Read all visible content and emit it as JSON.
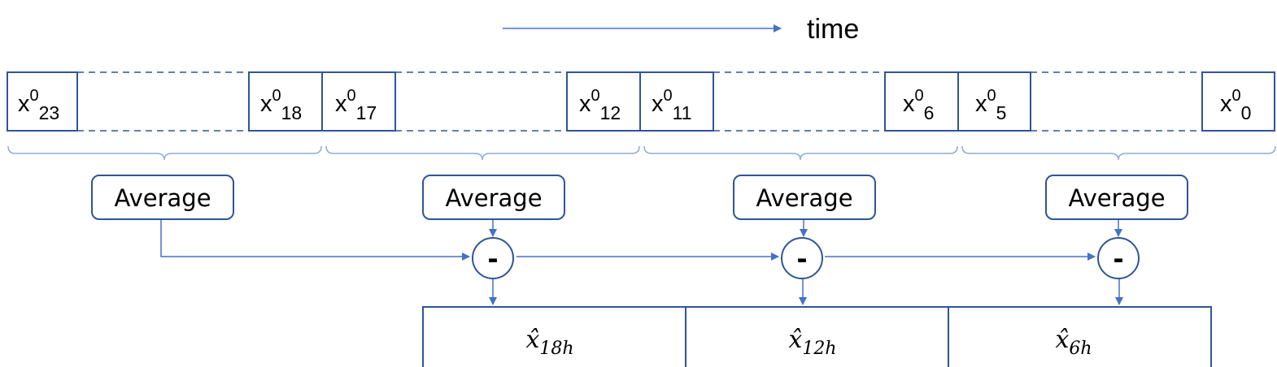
{
  "time_label": "time",
  "cells": [
    {
      "base": "x",
      "sup": "0",
      "sub": "23"
    },
    {
      "base": "x",
      "sup": "0",
      "sub": "18"
    },
    {
      "base": "x",
      "sup": "0",
      "sub": "17"
    },
    {
      "base": "x",
      "sup": "0",
      "sub": "12"
    },
    {
      "base": "x",
      "sup": "0",
      "sub": "11"
    },
    {
      "base": "x",
      "sup": "0",
      "sub": "6"
    },
    {
      "base": "x",
      "sup": "0",
      "sub": "5"
    },
    {
      "base": "x",
      "sup": "0",
      "sub": "0"
    }
  ],
  "average_label": "Average",
  "minus_symbol": "-",
  "outputs": [
    {
      "base": "x̂",
      "sub": "18h"
    },
    {
      "base": "x̂",
      "sub": "12h"
    },
    {
      "base": "x̂",
      "sub": "6h"
    }
  ],
  "colors": {
    "border": "#2F5597",
    "arrow": "#4472C4",
    "bracket": "#8FAADC"
  }
}
